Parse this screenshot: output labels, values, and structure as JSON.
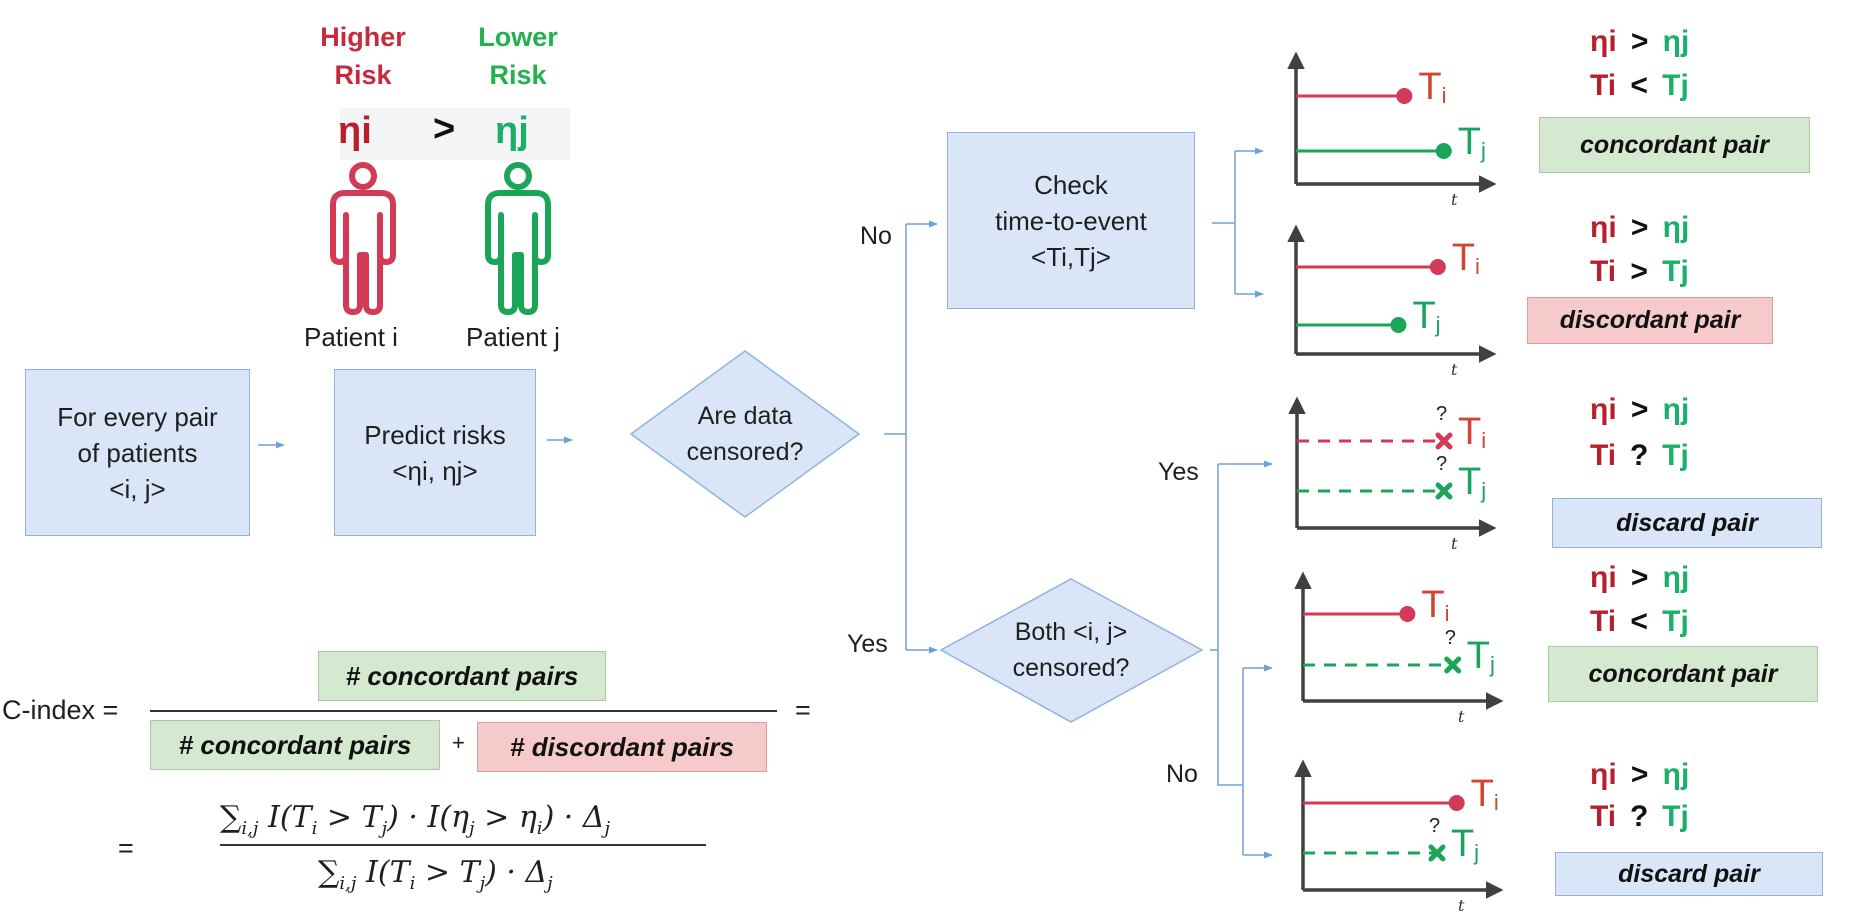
{
  "colors": {
    "box_fill": "#dae6f7",
    "box_border": "#8fb3df",
    "connector": "#6fa1d6",
    "high_risk_red": "#c62a3c",
    "low_risk_green": "#22b14c",
    "concordant_fill": "#d5e8d0",
    "discordant_fill": "#f6caca",
    "discard_fill": "#dae6f7",
    "axis": "#404040"
  },
  "risk_header": {
    "higher": [
      "Higher",
      "Risk"
    ],
    "lower": [
      "Lower",
      "Risk"
    ],
    "eta_i": "ηi",
    "op": ">",
    "eta_j": "ηj",
    "patient_i": "Patient i",
    "patient_j": "Patient j",
    "person_icon_i": "person-icon",
    "person_icon_j": "person-icon"
  },
  "flow": {
    "step1": [
      "For every pair",
      "of patients",
      "<i, j>"
    ],
    "step2": [
      "Predict risks",
      "<ηi, ηj>"
    ],
    "decision1": [
      "Are data",
      "censored?"
    ],
    "decision1_no": "No",
    "decision1_yes": "Yes",
    "check_box": [
      "Check",
      "time-to-event",
      "<Ti,Tj>"
    ],
    "decision2": [
      "Both <i, j>",
      "censored?"
    ],
    "decision2_yes": "Yes",
    "decision2_no": "No"
  },
  "cases": [
    {
      "eta_left": "ηi",
      "eta_op": ">",
      "eta_right": "ηj",
      "t_left": "Ti",
      "t_op": "<",
      "t_right": "Tj",
      "result": "concordant pair",
      "result_type": "concordant",
      "chart": {
        "Ti": {
          "time": 0.55,
          "censored": false
        },
        "Tj": {
          "time": 0.75,
          "censored": false
        }
      }
    },
    {
      "eta_left": "ηi",
      "eta_op": ">",
      "eta_right": "ηj",
      "t_left": "Ti",
      "t_op": ">",
      "t_right": "Tj",
      "result": "discordant pair",
      "result_type": "discordant",
      "chart": {
        "Ti": {
          "time": 0.72,
          "censored": false
        },
        "Tj": {
          "time": 0.52,
          "censored": false
        }
      }
    },
    {
      "eta_left": "ηi",
      "eta_op": ">",
      "eta_right": "ηj",
      "t_left": "Ti",
      "t_op": "?",
      "t_right": "Tj",
      "result": "discard pair",
      "result_type": "discard",
      "chart": {
        "Ti": {
          "time": 0.75,
          "censored": true
        },
        "Tj": {
          "time": 0.75,
          "censored": true
        }
      }
    },
    {
      "eta_left": "ηi",
      "eta_op": ">",
      "eta_right": "ηj",
      "t_left": "Ti",
      "t_op": "<",
      "t_right": "Tj",
      "result": "concordant pair",
      "result_type": "concordant",
      "chart": {
        "Ti": {
          "time": 0.53,
          "censored": false
        },
        "Tj": {
          "time": 0.76,
          "censored": true
        }
      }
    },
    {
      "eta_left": "ηi",
      "eta_op": ">",
      "eta_right": "ηj",
      "t_left": "Ti",
      "t_op": "?",
      "t_right": "Tj",
      "result": "discard pair",
      "result_type": "discard",
      "chart": {
        "Ti": {
          "time": 0.78,
          "censored": false
        },
        "Tj": {
          "time": 0.68,
          "censored": true
        }
      }
    }
  ],
  "chart_labels": {
    "Ti": "T",
    "Ti_sub": "i",
    "Tj": "T",
    "Tj_sub": "j",
    "x_axis": "t",
    "censor_mark": "?"
  },
  "formula": {
    "lhs": "C-index =",
    "numerator": "# concordant pairs",
    "denominator_left": "# concordant pairs",
    "plus": "+",
    "denominator_right": "# discordant pairs",
    "equals_right": "=",
    "equals_left": "=",
    "math_numerator": "∑i,j I(Ti > Tj) · I(ηj > ηi) · Δj",
    "math_denominator": "∑i,j I(Ti > Tj) · Δj"
  }
}
